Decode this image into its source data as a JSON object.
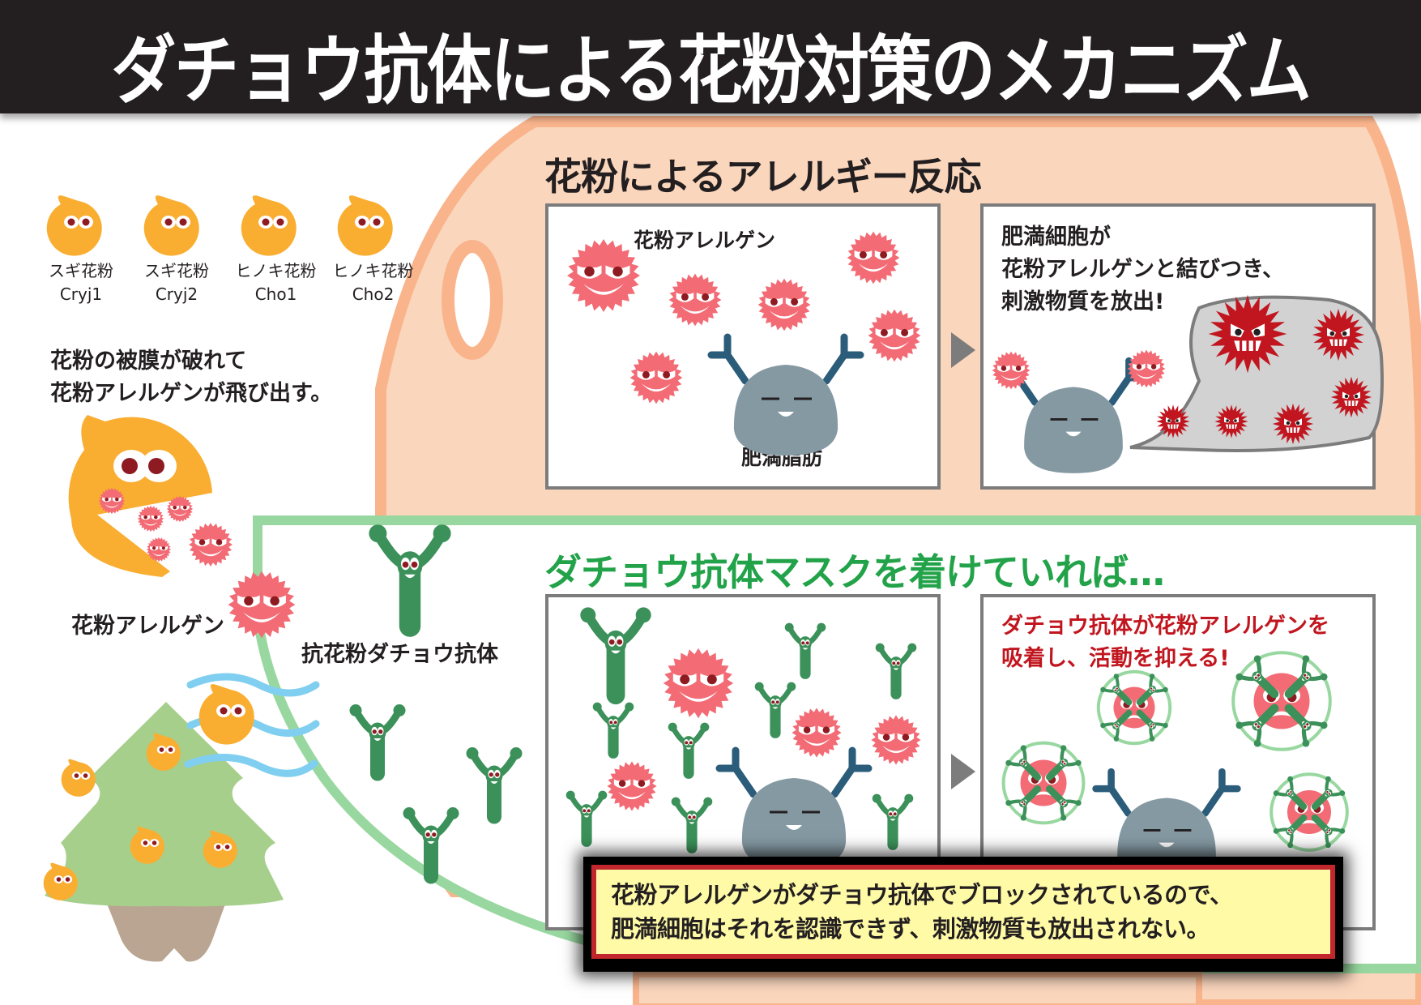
{
  "title": "ダチョウ抗体による花粉対策のメカニズム",
  "colors": {
    "title_bg": "#231f20",
    "skin": "#fad6bd",
    "skin_edge": "#f9b48c",
    "mask_line": "#98d8a0",
    "pollen_orange": "#f9ae32",
    "allergen_pink": "#f26b75",
    "irritant_red": "#c1161f",
    "antibody_green": "#3b9159",
    "mast_cell_gray": "#8599a3",
    "receptor_blue": "#2b5c7a",
    "green_heading": "#22a349",
    "red_text": "#c1161f",
    "callout_bg": "#fffaa6"
  },
  "pollen_types": [
    {
      "name": "スギ花粉",
      "code": "Cryj1"
    },
    {
      "name": "スギ花粉",
      "code": "Cryj2"
    },
    {
      "name": "ヒノキ花粉",
      "code": "Cho1"
    },
    {
      "name": "ヒノキ花粉",
      "code": "Cho2"
    }
  ],
  "left": {
    "burst_caption_line1": "花粉の被膜が破れて",
    "burst_caption_line2": "花粉アレルゲンが飛び出す。",
    "allergen_label": "花粉アレルゲン",
    "antibody_label": "抗花粉ダチョウ抗体"
  },
  "allergy_section": {
    "heading": "花粉によるアレルギー反応",
    "panel1": {
      "allergen_label": "花粉アレルゲン",
      "cell_label": "肥満脂肪"
    },
    "panel2": {
      "line1": "肥満細胞が",
      "line2": "花粉アレルゲンと結びつき、",
      "line3": "刺激物質を放出!"
    }
  },
  "mask_section": {
    "heading": "ダチョウ抗体マスクを着けていれば…",
    "panel2": {
      "line1": "ダチョウ抗体が花粉アレルゲンを",
      "line2": "吸着し、活動を抑える!"
    }
  },
  "callout": {
    "line1": "花粉アレルゲンがダチョウ抗体でブロックされているので、",
    "line2": "肥満細胞はそれを認識できず、刺激物質も放出されない。"
  },
  "icons": {
    "arrow_1": "triangle-right",
    "arrow_2": "triangle-right"
  }
}
